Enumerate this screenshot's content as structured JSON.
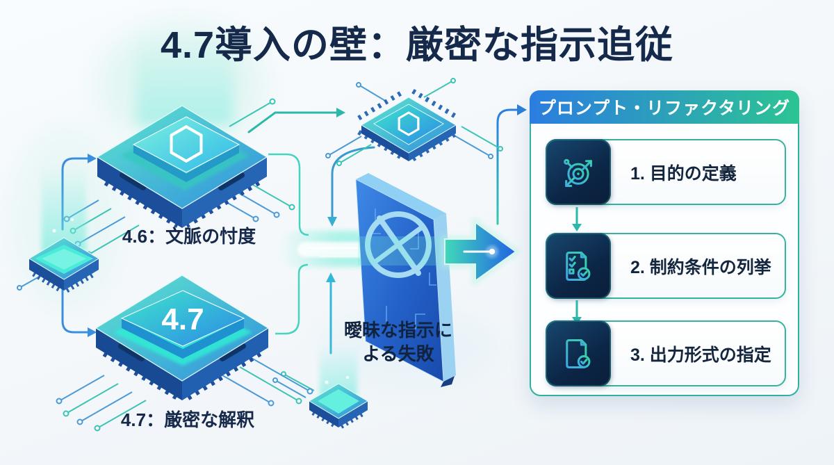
{
  "title": "4.7導入の壁：厳密な指示追従",
  "flow": {
    "chip46_label": "4.6：文脈の忖度",
    "chip47_label": "4.7：厳密な解釈",
    "chip47_badge": "4.7",
    "failure_line1": "曖昧な指示に",
    "failure_line2": "よる失敗"
  },
  "panel": {
    "header": "プロンプト・リファクタリング",
    "steps": [
      {
        "label": "1. 目的の定義",
        "icon": "target-goal-icon"
      },
      {
        "label": "2. 制約条件の列挙",
        "icon": "checklist-icon"
      },
      {
        "label": "3. 出力形式の指定",
        "icon": "document-check-icon"
      }
    ]
  },
  "colors": {
    "ink": "#15294b",
    "teal_accent": "#2bb8a8",
    "blue_accent": "#2e7fd9",
    "header_gradient_start": "#2b7de0",
    "header_gradient_end": "#2cc493",
    "panel_border": "#2fb0a0",
    "icon_tile_navy": "#0c2647",
    "chip_top_teal": "#4fe0c8",
    "wall_blue": "#1f5fc8"
  }
}
